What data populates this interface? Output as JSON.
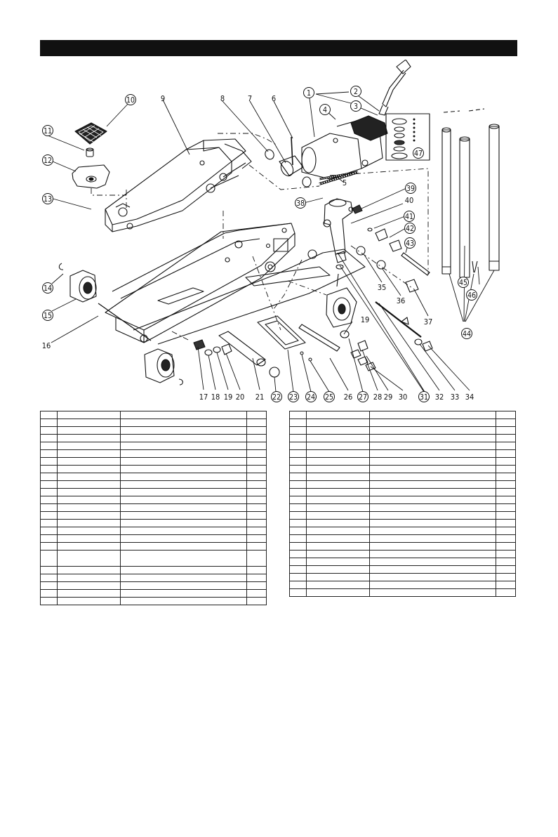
{
  "header": {
    "title": ""
  },
  "diagram": {
    "callouts": [
      {
        "id": "1",
        "circled": true
      },
      {
        "id": "2",
        "circled": true
      },
      {
        "id": "3",
        "circled": true
      },
      {
        "id": "4",
        "circled": true
      },
      {
        "id": "5",
        "circled": false
      },
      {
        "id": "6",
        "circled": false
      },
      {
        "id": "7",
        "circled": false
      },
      {
        "id": "8",
        "circled": false
      },
      {
        "id": "9",
        "circled": false
      },
      {
        "id": "10",
        "circled": true
      },
      {
        "id": "11",
        "circled": true
      },
      {
        "id": "12",
        "circled": true
      },
      {
        "id": "13",
        "circled": true
      },
      {
        "id": "14",
        "circled": true
      },
      {
        "id": "15",
        "circled": true
      },
      {
        "id": "16",
        "circled": false
      },
      {
        "id": "17",
        "circled": false
      },
      {
        "id": "18",
        "circled": false
      },
      {
        "id": "19",
        "circled": false
      },
      {
        "id": "20",
        "circled": false
      },
      {
        "id": "21",
        "circled": false
      },
      {
        "id": "22",
        "circled": true
      },
      {
        "id": "23",
        "circled": true
      },
      {
        "id": "24",
        "circled": true
      },
      {
        "id": "25",
        "circled": true
      },
      {
        "id": "26",
        "circled": false
      },
      {
        "id": "27",
        "circled": true
      },
      {
        "id": "28",
        "circled": false
      },
      {
        "id": "29",
        "circled": false
      },
      {
        "id": "30",
        "circled": false
      },
      {
        "id": "31",
        "circled": true
      },
      {
        "id": "32",
        "circled": false
      },
      {
        "id": "33",
        "circled": false
      },
      {
        "id": "34",
        "circled": false
      },
      {
        "id": "35",
        "circled": false
      },
      {
        "id": "36",
        "circled": false
      },
      {
        "id": "37",
        "circled": false
      },
      {
        "id": "38",
        "circled": true
      },
      {
        "id": "39",
        "circled": true
      },
      {
        "id": "40",
        "circled": false
      },
      {
        "id": "41",
        "circled": true
      },
      {
        "id": "42",
        "circled": true
      },
      {
        "id": "43",
        "circled": true
      },
      {
        "id": "44",
        "circled": true
      },
      {
        "id": "45",
        "circled": true
      },
      {
        "id": "46",
        "circled": true
      },
      {
        "id": "47",
        "circled": true
      },
      {
        "id": "19",
        "circled": false
      }
    ]
  },
  "parts_tables": {
    "left": {
      "rows": 24,
      "tall_row_index": 18
    },
    "right": {
      "rows": 24,
      "tall_row_index": -1
    }
  }
}
